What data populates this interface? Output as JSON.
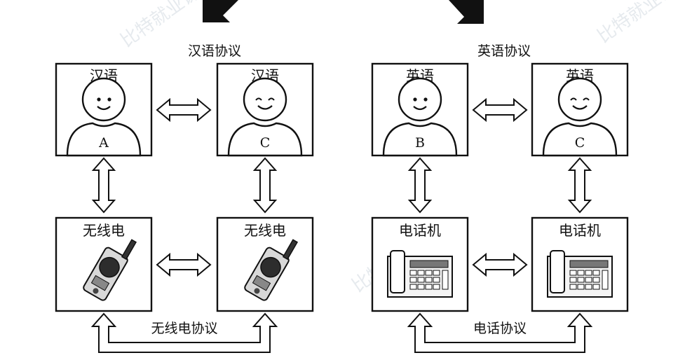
{
  "left": {
    "protocol_top": "汉语协议",
    "protocol_bottom": "无线电协议",
    "box_a_title": "汉语",
    "box_a_letter": "A",
    "box_c_title": "汉语",
    "box_c_letter": "C",
    "device_1_title": "无线电",
    "device_2_title": "无线电"
  },
  "right": {
    "protocol_top": "英语协议",
    "protocol_bottom": "电话协议",
    "box_b_title": "英语",
    "box_b_letter": "B",
    "box_c_title": "英语",
    "box_c_letter": "C",
    "device_1_title": "电话机",
    "device_2_title": "电话机"
  },
  "watermarks": [
    "比特就业课",
    "比特就业课",
    "比特就业课"
  ]
}
